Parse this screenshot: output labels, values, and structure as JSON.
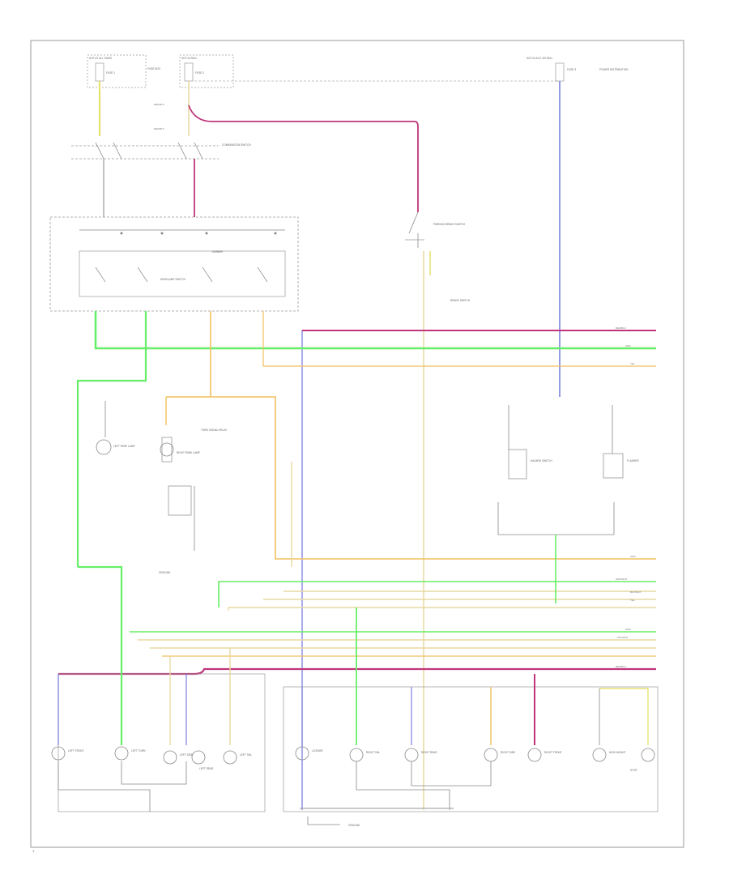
{
  "page": {
    "number": "1"
  },
  "colors": {
    "purple": "#c0357a",
    "green": "#66ee66",
    "orange": "#f0c060",
    "tan": "#e8d8a0",
    "yellow": "#e8e070",
    "gray": "#a8a8a8",
    "blue": "#7a80dd",
    "outline": "#808080"
  },
  "labels": {
    "hot_at_all_times": "HOT AT ALL TIMES",
    "hot_in_run": "HOT IN RUN",
    "hot_in_acc": "HOT IN ACC OR RUN",
    "fuse_1": "FUSE 1",
    "fuse_2": "FUSE 2",
    "fuse_3": "FUSE 3",
    "fuse_box": "FUSE BOX",
    "power_dist": "POWER DISTRIBUTION",
    "combination_switch": "COMBINATION SWITCH",
    "headlamp_switch": "HEADLAMP SWITCH",
    "dimmer": "DIMMER",
    "parking_brake_sw": "PARKING BRAKE SWITCH",
    "brake_sw": "BRAKE SWITCH",
    "left_park_lamp": "LEFT PARK LAMP",
    "right_park_lamp": "RIGHT PARK LAMP",
    "turn_signal_relay": "TURN SIGNAL RELAY",
    "ground": "GROUND",
    "hazard_sw": "HAZARD SWITCH",
    "flasher": "FLASHER",
    "lamp_1": "LEFT FRONT",
    "lamp_2": "LEFT TURN",
    "lamp_3": "LEFT SIDE",
    "lamp_4": "LEFT REAR",
    "lamp_5": "LEFT TAIL",
    "lamp_6": "LICENSE",
    "lamp_7": "RIGHT TAIL",
    "lamp_8": "RIGHT REAR",
    "lamp_9": "RIGHT SIDE",
    "lamp_10": "RIGHT FRONT",
    "lamp_11": "HIGH MOUNT",
    "lamp_12": "STOP",
    "wire_1": "RED/BLK",
    "wire_2": "GRN",
    "wire_3": "YEL",
    "wire_4": "ORN",
    "wire_5": "GRN/WHT",
    "wire_6": "BLK/WHT",
    "wire_7": "PPL/WHT"
  }
}
